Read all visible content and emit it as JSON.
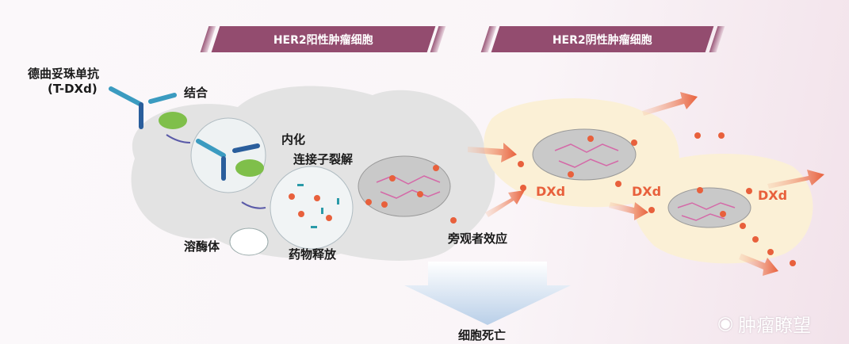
{
  "banners": {
    "left": "HER2阳性肿瘤细胞",
    "right": "HER2阴性肿瘤细胞"
  },
  "labels": {
    "drug_name": "德曲妥珠单抗",
    "drug_abbr": "(T-DXd)",
    "binding": "结合",
    "internalization": "内化",
    "linker_cleavage": "连接子裂解",
    "lysosome": "溶酶体",
    "drug_release": "药物释放",
    "bystander_effect": "旁观者效应",
    "cell_death": "细胞死亡",
    "dxd_1": "DXd",
    "dxd_2": "DXd",
    "dxd_3": "DXd"
  },
  "watermark": {
    "text": "肿瘤瞭望",
    "icon": "weibo-icon"
  },
  "colors": {
    "banner": "#934c6f",
    "payload": "#e8603c",
    "arrow": "#e8703c"
  }
}
